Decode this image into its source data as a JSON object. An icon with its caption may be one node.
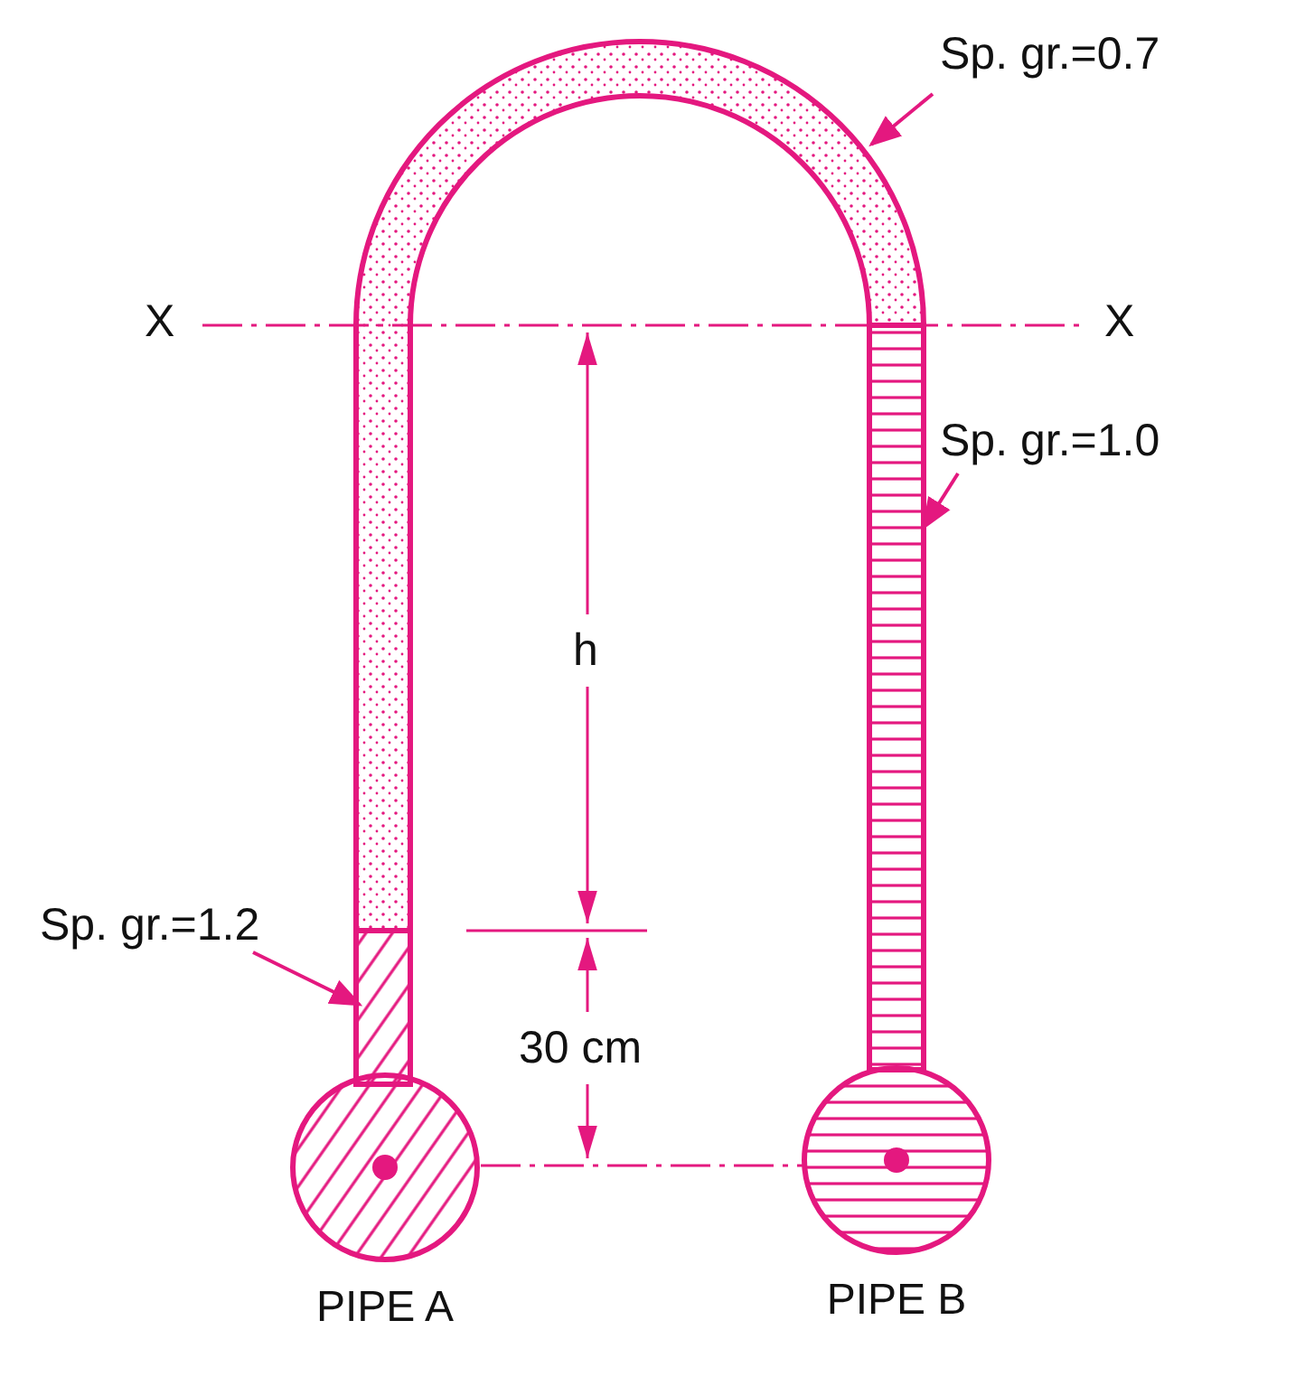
{
  "diagram": {
    "nodes": [
      {
        "text": [
          "Sp. gr.=0.7"
        ]
      },
      {
        "text": [],
        "shape": "bar"
      },
      {
        "text": [
          "Sp. gr.=1.0"
        ]
      },
      {
        "text": [],
        "shape": "bar"
      },
      {
        "text": [
          "Sp. gr.=1.2"
        ]
      },
      {
        "text": [],
        "shape": "bar"
      },
      {
        "text": [
          "PIPE A"
        ]
      },
      {
        "text": [
          "PIPE B"
        ]
      }
    ],
    "edges": [
      {
        "from": 0,
        "to": 1,
        "arrow": "to"
      },
      {
        "from": 2,
        "to": 3,
        "arrow": "to"
      },
      {
        "from": 4,
        "to": 5,
        "arrow": "to"
      },
      {
        "from": 6,
        "to": 7,
        "arrow": "none",
        "style": "dashed"
      }
    ],
    "labels": [
      "X",
      "X",
      "h",
      "30 cm"
    ]
  }
}
